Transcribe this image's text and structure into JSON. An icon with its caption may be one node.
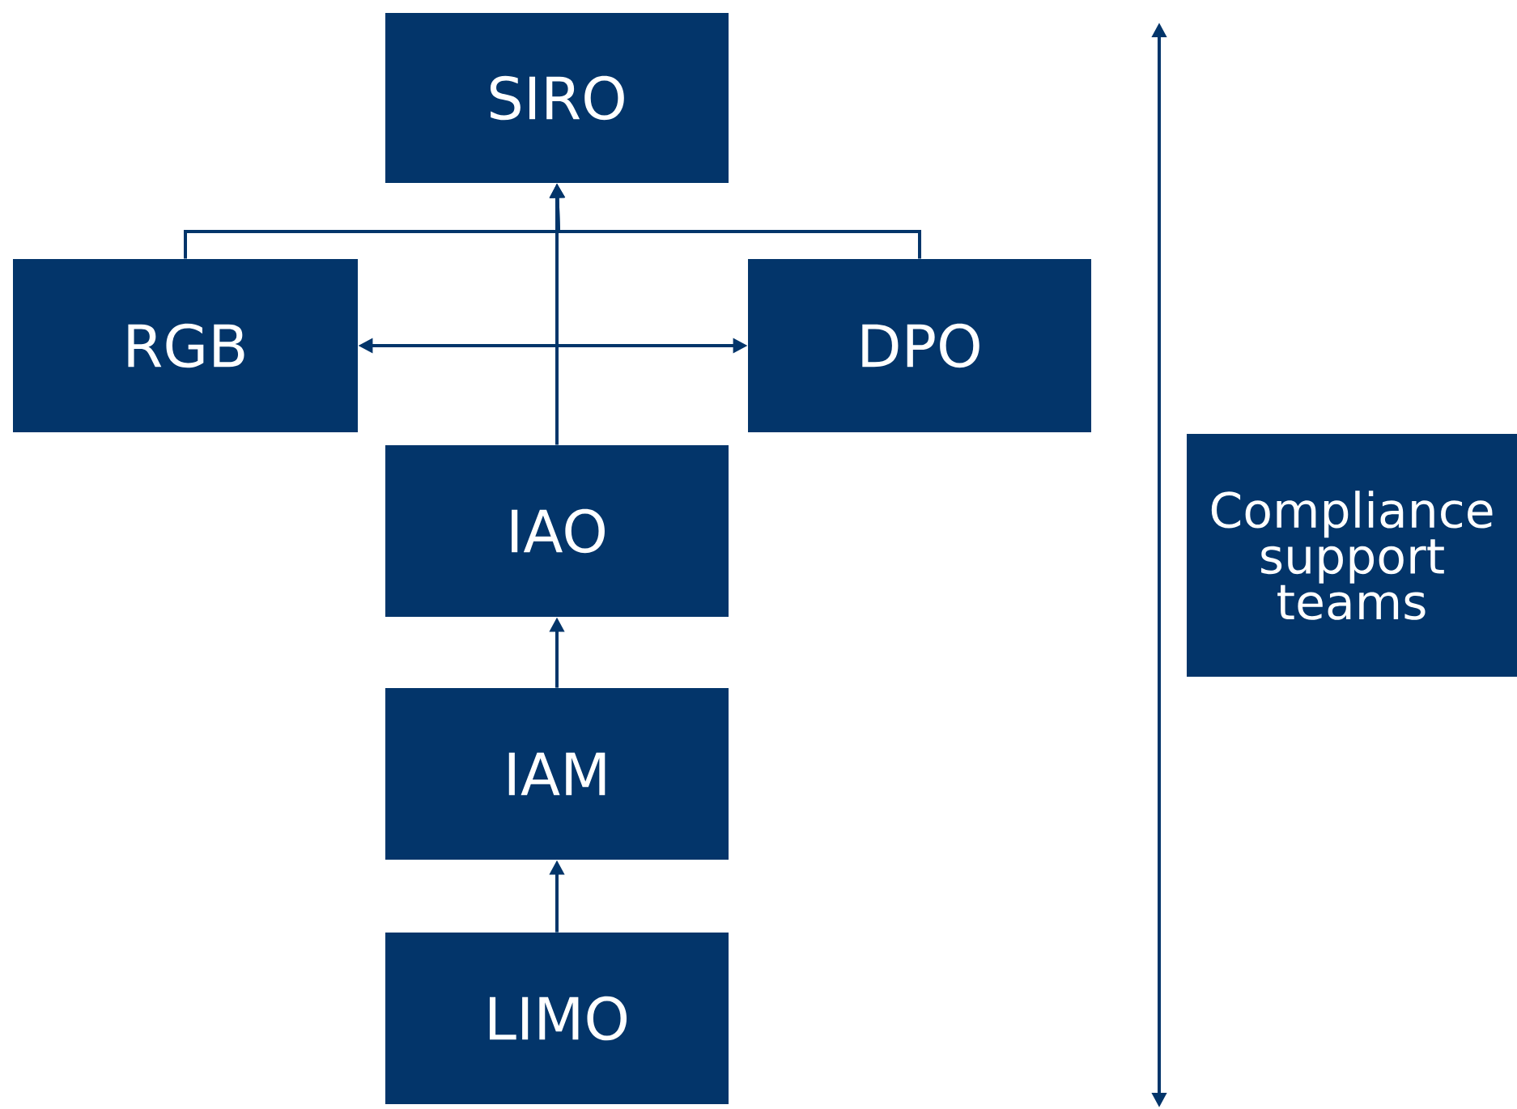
{
  "diagram": {
    "nodes": [
      {
        "text": [
          "SIRO"
        ]
      },
      {
        "text": [
          "RGB"
        ]
      },
      {
        "text": [
          "DPO"
        ]
      },
      {
        "text": [
          "IAO"
        ]
      },
      {
        "text": [
          "IAM"
        ]
      },
      {
        "text": [
          "LIMO"
        ]
      },
      {
        "text": [
          "Compliance support teams"
        ]
      }
    ],
    "edges": [
      {
        "from": 3,
        "to": 0,
        "arrow": "to"
      },
      {
        "from": 1,
        "to": 0,
        "arrow": "to"
      },
      {
        "from": 2,
        "to": 0,
        "arrow": "to"
      },
      {
        "from": 1,
        "to": 2,
        "arrow": "both"
      },
      {
        "from": 4,
        "to": 3,
        "arrow": "to"
      },
      {
        "from": 5,
        "to": 4,
        "arrow": "to"
      }
    ]
  }
}
